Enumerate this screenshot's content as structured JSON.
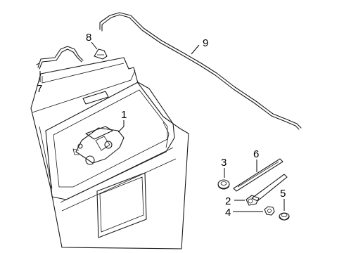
{
  "diagram": {
    "callouts": [
      {
        "id": "1"
      },
      {
        "id": "2"
      },
      {
        "id": "3"
      },
      {
        "id": "4"
      },
      {
        "id": "5"
      },
      {
        "id": "6"
      },
      {
        "id": "7"
      },
      {
        "id": "8"
      },
      {
        "id": "9"
      }
    ]
  }
}
